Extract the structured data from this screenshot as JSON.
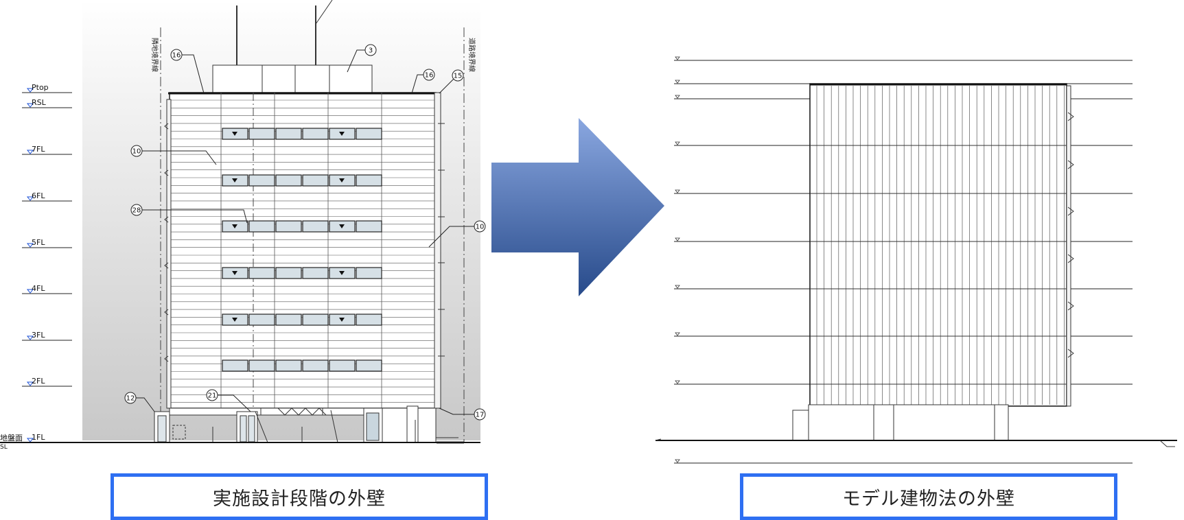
{
  "left_drawing": {
    "levels": [
      "Ptop",
      "RSL",
      "7FL",
      "6FL",
      "5FL",
      "4FL",
      "3FL",
      "2FL",
      "1FL"
    ],
    "ground_label_1": "地盤面",
    "ground_label_2": "SL",
    "boundary_left": "隣地境界線",
    "boundary_right": "道路境界線",
    "callouts": [
      "16",
      "3",
      "16",
      "15",
      "10",
      "28",
      "10",
      "12",
      "21",
      "17"
    ]
  },
  "captions": {
    "left": "実施設計段階の外壁",
    "right": "モデル建物法の外壁"
  },
  "colors": {
    "caption_border": "#2e6ff2",
    "arrow_top": "#7f9fdb",
    "arrow_bottom": "#2b4f8f",
    "level_marker": "#1a4fd6"
  }
}
